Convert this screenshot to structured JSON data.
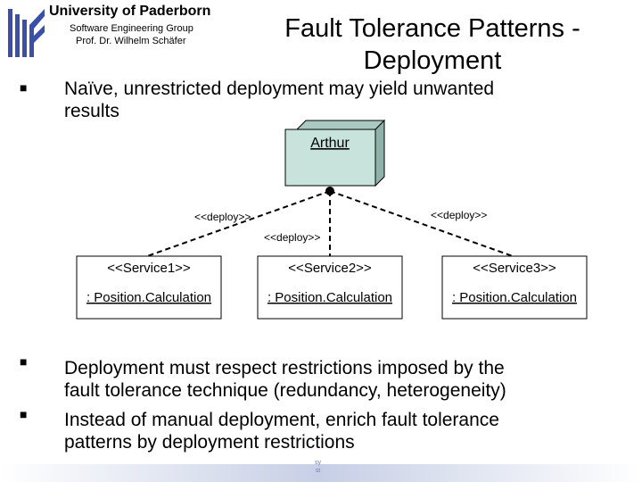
{
  "header": {
    "university": "University of Paderborn",
    "group": "Software Engineering Group",
    "professor": "Prof. Dr. Wilhelm Schäfer",
    "title_line1": "Fault Tolerance Patterns -",
    "title_line2": "Deployment"
  },
  "bullets": {
    "b1_line1": "Naïve, unrestricted deployment may yield unwanted",
    "b1_line2": "results",
    "b2_line1": "Deployment must respect restrictions imposed by the",
    "b2_line2": "fault tolerance technique (redundancy, heterogeneity)",
    "b3_line1": "Instead of manual deployment, enrich fault tolerance",
    "b3_line2": "patterns by deployment restrictions"
  },
  "diagram": {
    "node": "Arthur",
    "deploy_left": "<<deploy>>",
    "deploy_mid": "<<deploy>>",
    "deploy_right": "<<deploy>>",
    "services": [
      {
        "stereotype": "<<Service1>>",
        "name": ": Position.Calculation"
      },
      {
        "stereotype": "<<Service2>>",
        "name": ": Position.Calculation"
      },
      {
        "stereotype": "<<Service3>>",
        "name": ": Position.Calculation"
      }
    ]
  },
  "footer": {
    "line1": "sy",
    "line2": "st"
  },
  "colors": {
    "node_fill": "#c8e3dc",
    "footer_bar": "#c7cfe6",
    "logo_blue": "#3a4fa8"
  }
}
